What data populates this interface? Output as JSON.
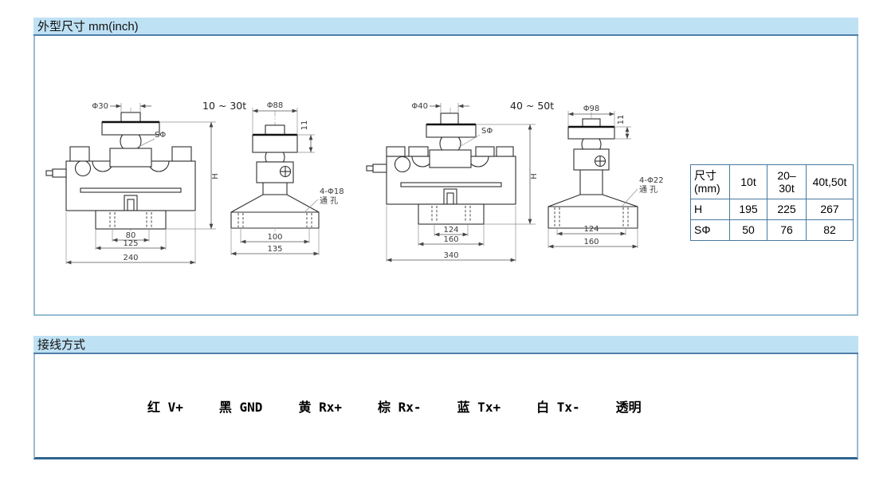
{
  "colors": {
    "title_bar_bg": "#bfe1f4",
    "title_bar_underline": "#4e7fa9",
    "panel_border": "#97bbd2",
    "panel_bottom_border_dark": "#2e6390",
    "table_border": "#49799f",
    "drawing_line": "#2e2e2e"
  },
  "sections": {
    "dimensions": {
      "title": "外型尺寸 mm(inch)",
      "drawings": {
        "d1": {
          "range": "10 ~ 30t",
          "top": "Φ30",
          "sphere": "SΦ",
          "h": "H",
          "dims": [
            "80",
            "125",
            "240"
          ]
        },
        "d2": {
          "top": "Φ88",
          "cap": "11",
          "holes1": "4-Φ18",
          "holes2": "通 孔",
          "dims": [
            "100",
            "135"
          ]
        },
        "d3": {
          "range": "40 ~ 50t",
          "top": "Φ40",
          "sphere": "SΦ",
          "h": "H",
          "dims": [
            "124",
            "160",
            "340"
          ]
        },
        "d4": {
          "top": "Φ98",
          "cap": "11",
          "holes1": "4-Φ22",
          "holes2": "通 孔",
          "dims": [
            "124",
            "160"
          ]
        }
      },
      "table": {
        "col0": {
          "l1": "尺寸",
          "l2": "(mm)"
        },
        "col1": "10t",
        "col2": {
          "l1": "20–",
          "l2": "30t"
        },
        "col3": "40t,50t",
        "rows": [
          {
            "label": "H",
            "values": [
              "195",
              "225",
              "267"
            ]
          },
          {
            "label": "SΦ",
            "values": [
              "50",
              "76",
              "82"
            ]
          }
        ]
      }
    },
    "wiring": {
      "title": "接线方式",
      "entries": [
        "红 V+",
        "黑 GND",
        "黄 Rx+",
        "棕 Rx-",
        "蓝 Tx+",
        "白 Tx-",
        "透明"
      ]
    }
  }
}
